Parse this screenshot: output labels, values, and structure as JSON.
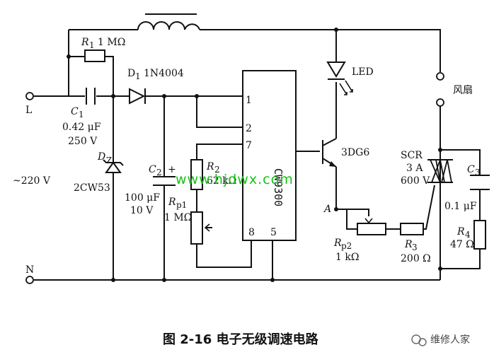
{
  "caption": "图 2-16 电子无级调速电路",
  "watermark": "www.hjdwx.com",
  "brand": "维修人家",
  "terminals": {
    "L": "L",
    "N": "N",
    "supply": "~220 V"
  },
  "components": {
    "R1": {
      "ref": "R",
      "sub": "1",
      "value": "1 MΩ"
    },
    "D1": {
      "ref": "D",
      "sub": "1",
      "value": "1N4004"
    },
    "C1": {
      "ref": "C",
      "sub": "1",
      "value1": "0.42 μF",
      "value2": "250 V"
    },
    "D2": {
      "ref": "D",
      "sub": "Z",
      "value": "2CW53"
    },
    "C2": {
      "ref": "C",
      "sub": "2",
      "plus": "+",
      "value1": "100 μF",
      "value2": "10 V"
    },
    "R2": {
      "ref": "R",
      "sub": "2",
      "value": "62 kΩ"
    },
    "Rp1": {
      "ref": "R",
      "sub": "p1",
      "value": "1 MΩ"
    },
    "IC": {
      "name": "CW9300",
      "pins": [
        "1",
        "2",
        "7",
        "8",
        "5"
      ]
    },
    "LED": {
      "name": "LED"
    },
    "Q": {
      "name": "3DG6"
    },
    "node_A": "A",
    "Rp2": {
      "ref": "R",
      "sub": "p2",
      "value": "1 kΩ"
    },
    "R3": {
      "ref": "R",
      "sub": "3",
      "value": "200 Ω"
    },
    "SCR": {
      "name": "SCR",
      "value1": "3 A",
      "value2": "600 V"
    },
    "C3": {
      "ref": "C",
      "sub": "3",
      "value": "0.1 μF"
    },
    "R4": {
      "ref": "R",
      "sub": "4",
      "value": "47 Ω"
    },
    "fan": "风扇"
  }
}
